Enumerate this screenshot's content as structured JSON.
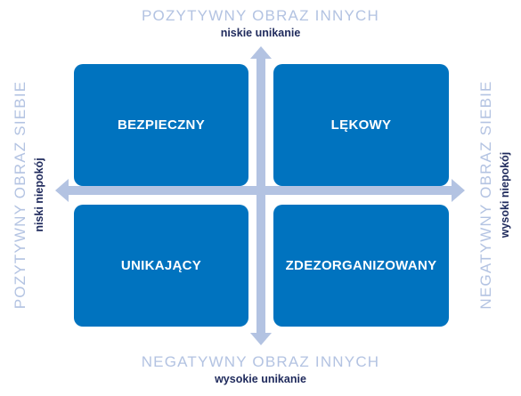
{
  "axes": {
    "top": {
      "title": "POZYTYWNY OBRAZ INNYCH",
      "subtitle": "niskie unikanie"
    },
    "bottom": {
      "title": "NEGATYWNY OBRAZ INNYCH",
      "subtitle": "wysokie unikanie"
    },
    "left": {
      "title": "POZYTYWNY OBRAZ SIEBIE",
      "subtitle": "niski niepokój"
    },
    "right": {
      "title": "NEGATYWNY OBRAZ SIEBIE",
      "subtitle": "wysoki niepokój"
    }
  },
  "quadrants": {
    "top_left": "BEZPIECZNY",
    "top_right": "LĘKOWY",
    "bottom_left": "UNIKAJĄCY",
    "bottom_right": "ZDEZORGANIZOWANY"
  },
  "colors": {
    "quadrant_fill": "#0073bf",
    "arrow": "#b3c3e2",
    "axis_title": "#b3c3e2",
    "axis_subtitle": "#1f2a5c"
  }
}
